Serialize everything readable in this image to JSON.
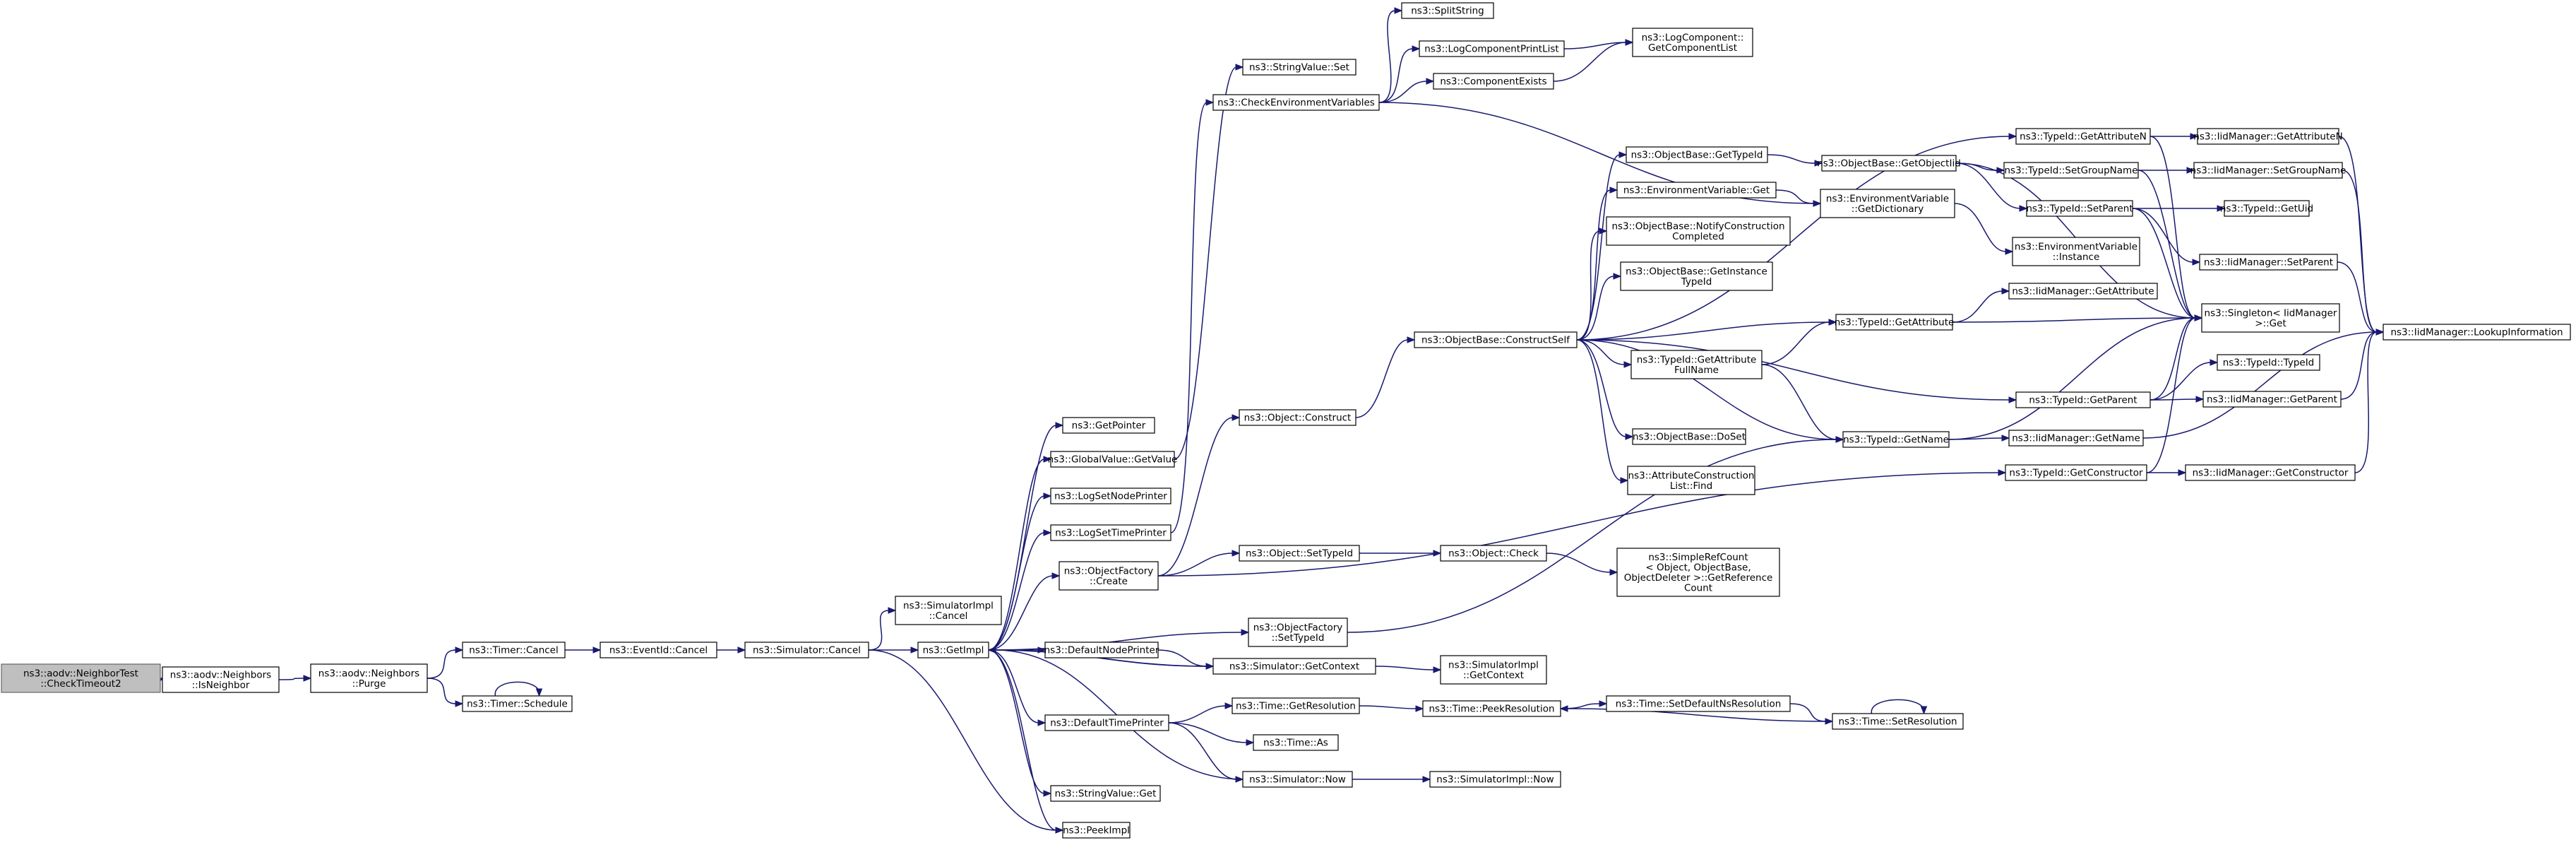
{
  "graph": {
    "nodes": [
      {
        "id": "n0",
        "lines": [
          "ns3::aodv::NeighborTest",
          "::CheckTimeout2"
        ],
        "root": true
      },
      {
        "id": "n1",
        "lines": [
          "ns3::aodv::Neighbors",
          "::IsNeighbor"
        ]
      },
      {
        "id": "n2",
        "lines": [
          "ns3::aodv::Neighbors",
          "::Purge"
        ]
      },
      {
        "id": "n3",
        "lines": [
          "ns3::Timer::Cancel"
        ]
      },
      {
        "id": "n4",
        "lines": [
          "ns3::Timer::Schedule"
        ]
      },
      {
        "id": "n5",
        "lines": [
          "ns3::EventId::Cancel"
        ]
      },
      {
        "id": "n6",
        "lines": [
          "ns3::Simulator::Cancel"
        ]
      },
      {
        "id": "n7",
        "lines": [
          "ns3::GetImpl"
        ]
      },
      {
        "id": "n8",
        "lines": [
          "ns3::SimulatorImpl",
          "::Cancel"
        ]
      },
      {
        "id": "n9",
        "lines": [
          "ns3::PeekImpl"
        ]
      },
      {
        "id": "n10",
        "lines": [
          "ns3::GetPointer"
        ]
      },
      {
        "id": "n11",
        "lines": [
          "ns3::GlobalValue::GetValue"
        ]
      },
      {
        "id": "n12",
        "lines": [
          "ns3::LogSetNodePrinter"
        ]
      },
      {
        "id": "n13",
        "lines": [
          "ns3::LogSetTimePrinter"
        ]
      },
      {
        "id": "n14",
        "lines": [
          "ns3::ObjectFactory",
          "::Create"
        ]
      },
      {
        "id": "n15",
        "lines": [
          "ns3::DefaultNodePrinter"
        ]
      },
      {
        "id": "n16",
        "lines": [
          "ns3::DefaultTimePrinter"
        ]
      },
      {
        "id": "n17",
        "lines": [
          "ns3::StringValue::Get"
        ]
      },
      {
        "id": "n18",
        "lines": [
          "ns3::StringValue::Set"
        ]
      },
      {
        "id": "n19",
        "lines": [
          "ns3::CheckEnvironmentVariables"
        ]
      },
      {
        "id": "n20",
        "lines": [
          "ns3::Object::Construct"
        ]
      },
      {
        "id": "n21",
        "lines": [
          "ns3::Object::SetTypeId"
        ]
      },
      {
        "id": "n22",
        "lines": [
          "ns3::ObjectFactory",
          "::SetTypeId"
        ]
      },
      {
        "id": "n23",
        "lines": [
          "ns3::Simulator::GetContext"
        ]
      },
      {
        "id": "n24",
        "lines": [
          "ns3::Time::GetResolution"
        ]
      },
      {
        "id": "n25",
        "lines": [
          "ns3::Time::As"
        ]
      },
      {
        "id": "n26",
        "lines": [
          "ns3::Simulator::Now"
        ]
      },
      {
        "id": "n27",
        "lines": [
          "ns3::SplitString"
        ]
      },
      {
        "id": "n28",
        "lines": [
          "ns3::LogComponentPrintList"
        ]
      },
      {
        "id": "n29",
        "lines": [
          "ns3::ComponentExists"
        ]
      },
      {
        "id": "n30",
        "lines": [
          "ns3::LogComponent::",
          "GetComponentList"
        ]
      },
      {
        "id": "n31",
        "lines": [
          "ns3::ObjectBase::ConstructSelf"
        ]
      },
      {
        "id": "n32",
        "lines": [
          "ns3::Object::Check"
        ]
      },
      {
        "id": "n33",
        "lines": [
          "ns3::SimpleRefCount",
          "< Object, ObjectBase,",
          "ObjectDeleter >::GetReference",
          "Count"
        ]
      },
      {
        "id": "n34",
        "lines": [
          "ns3::SimulatorImpl",
          "::GetContext"
        ]
      },
      {
        "id": "n35",
        "lines": [
          "ns3::Time::PeekResolution"
        ]
      },
      {
        "id": "n36",
        "lines": [
          "ns3::SimulatorImpl::Now"
        ]
      },
      {
        "id": "n37",
        "lines": [
          "ns3::ObjectBase::GetTypeId"
        ]
      },
      {
        "id": "n38",
        "lines": [
          "ns3::EnvironmentVariable::Get"
        ]
      },
      {
        "id": "n39",
        "lines": [
          "ns3::ObjectBase::NotifyConstruction",
          "Completed"
        ]
      },
      {
        "id": "n40",
        "lines": [
          "ns3::ObjectBase::GetInstance",
          "TypeId"
        ]
      },
      {
        "id": "n41",
        "lines": [
          "ns3::TypeId::GetAttribute",
          "FullName"
        ]
      },
      {
        "id": "n42",
        "lines": [
          "ns3::ObjectBase::DoSet"
        ]
      },
      {
        "id": "n43",
        "lines": [
          "ns3::AttributeConstruction",
          "List::Find"
        ]
      },
      {
        "id": "n44",
        "lines": [
          "ns3::Time::SetDefaultNsResolution"
        ]
      },
      {
        "id": "n45",
        "lines": [
          "ns3::Time::SetResolution"
        ]
      },
      {
        "id": "n46",
        "lines": [
          "ns3::ObjectBase::GetObjectIid"
        ]
      },
      {
        "id": "n47",
        "lines": [
          "ns3::EnvironmentVariable",
          "::GetDictionary"
        ]
      },
      {
        "id": "n48",
        "lines": [
          "ns3::TypeId::GetAttribute"
        ]
      },
      {
        "id": "n49",
        "lines": [
          "ns3::TypeId::GetName"
        ]
      },
      {
        "id": "n50",
        "lines": [
          "ns3::TypeId::GetAttributeN"
        ]
      },
      {
        "id": "n51",
        "lines": [
          "ns3::TypeId::SetGroupName"
        ]
      },
      {
        "id": "n52",
        "lines": [
          "ns3::TypeId::SetParent"
        ]
      },
      {
        "id": "n53",
        "lines": [
          "ns3::EnvironmentVariable",
          "::Instance"
        ]
      },
      {
        "id": "n54",
        "lines": [
          "ns3::IidManager::GetAttribute"
        ]
      },
      {
        "id": "n55",
        "lines": [
          "ns3::TypeId::GetParent"
        ]
      },
      {
        "id": "n56",
        "lines": [
          "ns3::IidManager::GetName"
        ]
      },
      {
        "id": "n57",
        "lines": [
          "ns3::TypeId::GetConstructor"
        ]
      },
      {
        "id": "n58",
        "lines": [
          "ns3::IidManager::GetAttributeN"
        ]
      },
      {
        "id": "n59",
        "lines": [
          "ns3::IidManager::SetGroupName"
        ]
      },
      {
        "id": "n60",
        "lines": [
          "ns3::TypeId::GetUid"
        ]
      },
      {
        "id": "n61",
        "lines": [
          "ns3::IidManager::SetParent"
        ]
      },
      {
        "id": "n62",
        "lines": [
          "ns3::Singleton< IidManager",
          " >::Get"
        ]
      },
      {
        "id": "n63",
        "lines": [
          "ns3::TypeId::TypeId"
        ]
      },
      {
        "id": "n64",
        "lines": [
          "ns3::IidManager::GetParent"
        ]
      },
      {
        "id": "n65",
        "lines": [
          "ns3::IidManager::GetConstructor"
        ]
      },
      {
        "id": "n66",
        "lines": [
          "ns3::IidManager::LookupInformation"
        ]
      }
    ],
    "edges": [
      [
        "n0",
        "n1"
      ],
      [
        "n1",
        "n2"
      ],
      [
        "n2",
        "n3"
      ],
      [
        "n2",
        "n4"
      ],
      [
        "n4",
        "n4"
      ],
      [
        "n3",
        "n5"
      ],
      [
        "n5",
        "n6"
      ],
      [
        "n6",
        "n7"
      ],
      [
        "n6",
        "n8"
      ],
      [
        "n6",
        "n9"
      ],
      [
        "n7",
        "n10"
      ],
      [
        "n7",
        "n11"
      ],
      [
        "n7",
        "n12"
      ],
      [
        "n7",
        "n13"
      ],
      [
        "n7",
        "n14"
      ],
      [
        "n7",
        "n15"
      ],
      [
        "n7",
        "n16"
      ],
      [
        "n7",
        "n17"
      ],
      [
        "n7",
        "n9"
      ],
      [
        "n7",
        "n22"
      ],
      [
        "n7",
        "n23"
      ],
      [
        "n11",
        "n18"
      ],
      [
        "n13",
        "n19"
      ],
      [
        "n14",
        "n20"
      ],
      [
        "n14",
        "n21"
      ],
      [
        "n14",
        "n57"
      ],
      [
        "n15",
        "n23"
      ],
      [
        "n23",
        "n7"
      ],
      [
        "n23",
        "n34"
      ],
      [
        "n16",
        "n24"
      ],
      [
        "n16",
        "n25"
      ],
      [
        "n16",
        "n26"
      ],
      [
        "n26",
        "n7"
      ],
      [
        "n26",
        "n36"
      ],
      [
        "n19",
        "n27"
      ],
      [
        "n19",
        "n28"
      ],
      [
        "n19",
        "n29"
      ],
      [
        "n19",
        "n47"
      ],
      [
        "n28",
        "n30"
      ],
      [
        "n29",
        "n30"
      ],
      [
        "n20",
        "n31"
      ],
      [
        "n21",
        "n32"
      ],
      [
        "n32",
        "n33"
      ],
      [
        "n22",
        "n49"
      ],
      [
        "n24",
        "n35"
      ],
      [
        "n35",
        "n44"
      ],
      [
        "n44",
        "n45"
      ],
      [
        "n45",
        "n35"
      ],
      [
        "n45",
        "n45"
      ],
      [
        "n31",
        "n37"
      ],
      [
        "n31",
        "n38"
      ],
      [
        "n31",
        "n39"
      ],
      [
        "n31",
        "n40"
      ],
      [
        "n31",
        "n41"
      ],
      [
        "n31",
        "n42"
      ],
      [
        "n31",
        "n43"
      ],
      [
        "n31",
        "n48"
      ],
      [
        "n31",
        "n49"
      ],
      [
        "n31",
        "n50"
      ],
      [
        "n31",
        "n55"
      ],
      [
        "n37",
        "n46"
      ],
      [
        "n38",
        "n47"
      ],
      [
        "n47",
        "n53"
      ],
      [
        "n46",
        "n51"
      ],
      [
        "n46",
        "n52"
      ],
      [
        "n46",
        "n62"
      ],
      [
        "n41",
        "n48"
      ],
      [
        "n41",
        "n49"
      ],
      [
        "n48",
        "n54"
      ],
      [
        "n48",
        "n62"
      ],
      [
        "n49",
        "n56"
      ],
      [
        "n49",
        "n62"
      ],
      [
        "n50",
        "n58"
      ],
      [
        "n50",
        "n62"
      ],
      [
        "n51",
        "n59"
      ],
      [
        "n51",
        "n62"
      ],
      [
        "n52",
        "n60"
      ],
      [
        "n52",
        "n61"
      ],
      [
        "n52",
        "n62"
      ],
      [
        "n55",
        "n63"
      ],
      [
        "n55",
        "n64"
      ],
      [
        "n55",
        "n62"
      ],
      [
        "n57",
        "n65"
      ],
      [
        "n57",
        "n62"
      ],
      [
        "n56",
        "n66"
      ],
      [
        "n58",
        "n66"
      ],
      [
        "n59",
        "n66"
      ],
      [
        "n61",
        "n66"
      ],
      [
        "n64",
        "n66"
      ],
      [
        "n65",
        "n66"
      ]
    ]
  }
}
